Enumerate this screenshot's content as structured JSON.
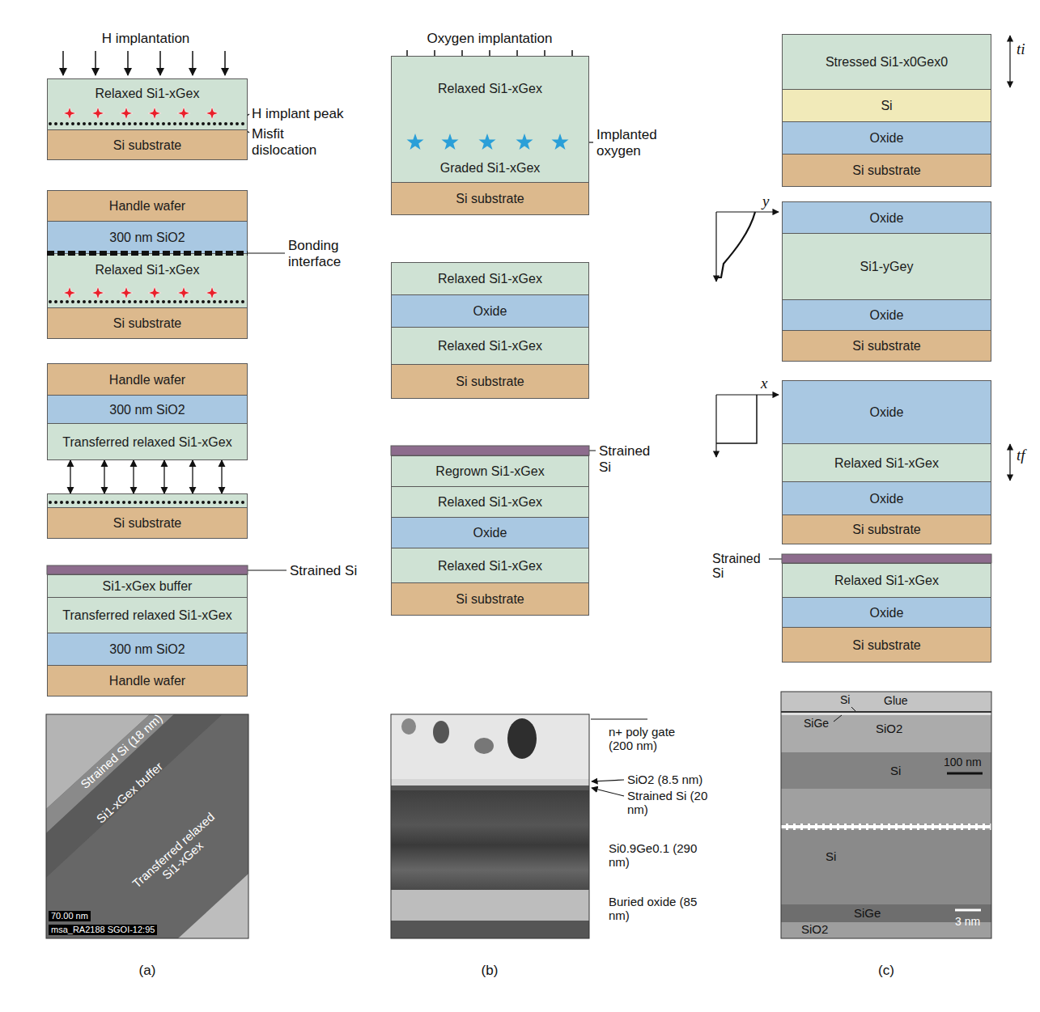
{
  "diagram": {
    "nodes": [
      {
        "text": [
          "Relaxed Si1-xGex"
        ]
      },
      {
        "text": [
          "Si substrate"
        ]
      },
      {
        "text": [
          "Handle wafer"
        ]
      },
      {
        "text": [
          "300 nm SiO2"
        ]
      },
      {
        "text": [
          "Relaxed Si1-xGex"
        ]
      },
      {
        "text": [
          "Si substrate"
        ]
      },
      {
        "text": [
          "Handle wafer"
        ]
      },
      {
        "text": [
          "300 nm SiO2"
        ]
      },
      {
        "text": [
          "Transferred relaxed Si1-xGex"
        ]
      },
      {
        "text": [
          "Si substrate"
        ]
      },
      {
        "text": [
          "Si1-xGex buffer"
        ]
      },
      {
        "text": [
          "Transferred relaxed Si1-xGex"
        ]
      },
      {
        "text": [
          "300 nm SiO2"
        ]
      },
      {
        "text": [
          "Handle wafer"
        ]
      },
      {
        "text": [
          "Relaxed Si1-xGex",
          "Graded Si1-xGex"
        ]
      },
      {
        "text": [
          "Si substrate"
        ]
      },
      {
        "text": [
          "Relaxed Si1-xGex"
        ]
      },
      {
        "text": [
          "Oxide"
        ]
      },
      {
        "text": [
          "Relaxed Si1-xGex"
        ]
      },
      {
        "text": [
          "Si substrate"
        ]
      },
      {
        "text": [
          "Regrown Si1-xGex"
        ]
      },
      {
        "text": [
          "Relaxed Si1-xGex"
        ]
      },
      {
        "text": [
          "Oxide"
        ]
      },
      {
        "text": [
          "Relaxed Si1-xGex"
        ]
      },
      {
        "text": [
          "Si substrate"
        ]
      },
      {
        "text": [
          "Stressed Si1-x0Gex0"
        ]
      },
      {
        "text": [
          "Si"
        ]
      },
      {
        "text": [
          "Oxide"
        ]
      },
      {
        "text": [
          "Si substrate"
        ]
      },
      {
        "text": [
          "Oxide"
        ]
      },
      {
        "text": [
          "Si1-yGey"
        ]
      },
      {
        "text": [
          "Oxide"
        ]
      },
      {
        "text": [
          "Si substrate"
        ]
      },
      {
        "text": [
          "Oxide"
        ]
      },
      {
        "text": [
          "Relaxed Si1-xGex"
        ]
      },
      {
        "text": [
          "Oxide"
        ]
      },
      {
        "text": [
          "Si substrate"
        ]
      },
      {
        "text": [
          "Relaxed Si1-xGex"
        ]
      },
      {
        "text": [
          "Oxide"
        ]
      },
      {
        "text": [
          "Si substrate"
        ]
      }
    ],
    "edges": [
      {
        "from": 8,
        "to": 9,
        "arrow": "both"
      },
      {
        "from": 8,
        "to": 9,
        "arrow": "both"
      },
      {
        "from": 8,
        "to": 9,
        "arrow": "both"
      },
      {
        "from": 8,
        "to": 9,
        "arrow": "both"
      },
      {
        "from": 8,
        "to": 9,
        "arrow": "both"
      },
      {
        "from": 8,
        "to": 9,
        "arrow": "both"
      }
    ],
    "labels": [
      "H implantation",
      "H implant peak",
      "Misfit dislocation",
      "Bonding interface",
      "Strained Si",
      "Oxygen implantation",
      "Implanted oxygen",
      "Strained Si",
      "ti",
      "y",
      "x",
      "tf",
      "Strained Si",
      "Strained Si (18 nm)",
      "Si1-xGex buffer",
      "Transferred relaxed Si1-xGex",
      "70.00 nm",
      "msa_RA2188 SGOI-12:95",
      "n+ poly gate (200 nm)",
      "SiO2 (8.5 nm)",
      "Strained Si (20 nm)",
      "Si0.9Ge0.1 (290 nm)",
      "Buried oxide (85 nm)",
      "Si",
      "Glue",
      "SiGe",
      "SiO2",
      "Si",
      "100 nm",
      "Si",
      "SiGe",
      "SiO2",
      "3 nm",
      "(a)",
      "(b)",
      "(c)"
    ]
  }
}
